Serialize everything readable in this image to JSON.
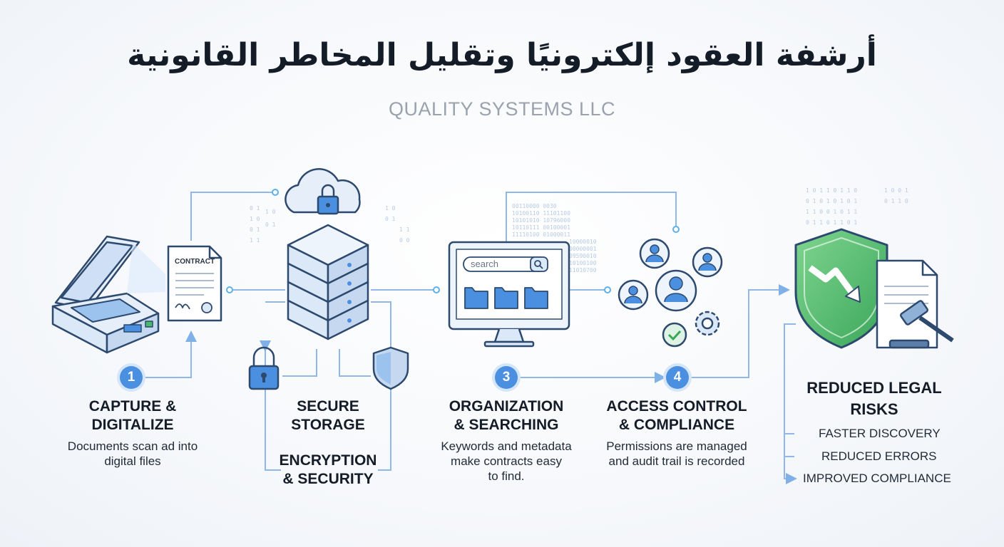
{
  "header": {
    "title": "أرشفة العقود إلكترونيًا وتقليل المخاطر القانونية",
    "subtitle": "QUALITY SYSTEMS LLC"
  },
  "steps": [
    {
      "number": "1",
      "title": "CAPTURE &\nDIGITALIZE",
      "description": "Documents scan ad into\ndigital files"
    },
    {
      "number": "",
      "title": "SECURE\nSTORAGE",
      "description": ""
    },
    {
      "number": "",
      "title": "ENCRYPTION\n& SECURITY",
      "description": ""
    },
    {
      "number": "3",
      "title": "ORGANIZATION\n& SEARCHING",
      "description": "Keywords and metadata\nmake contracts easy\nto find."
    },
    {
      "number": "4",
      "title": "ACCESS CONTROL\n& COMPLIANCE",
      "description": "Permissions are managed\nand audit trail is recorded"
    }
  ],
  "outcome": {
    "title": "REDUCED LEGAL\nRISKS",
    "benefits": [
      "FASTER DISCOVERY",
      "REDUCED ERRORS",
      "IMPROVED COMPLIANCE"
    ]
  },
  "ui_labels": {
    "contract": "CONTRACT",
    "search_placeholder": "search"
  },
  "colors": {
    "accent": "#4a8fe0",
    "line": "#8fb8e8",
    "icon_fill": "#dbe8f8",
    "icon_stroke": "#2d4a6e",
    "shield_green": "#4cb86a"
  }
}
